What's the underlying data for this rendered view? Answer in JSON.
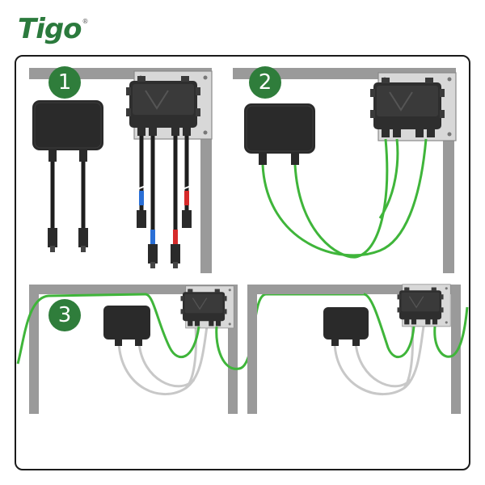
{
  "brand": {
    "logo_text": "Tigo",
    "trademark": "®"
  },
  "steps": [
    {
      "number": "1"
    },
    {
      "number": "2"
    },
    {
      "number": "3"
    }
  ],
  "colors": {
    "brand_green": "#2b7a3d",
    "step_badge": "#2f7d3b",
    "green_cable": "#3fb53a",
    "gray_cable": "#c8c8c8",
    "rail": "#9a9a9a",
    "box": "#2a2a2a",
    "blue_marker": "#2a6fd6",
    "red_marker": "#d62a2a"
  },
  "icons": {
    "panel_rail": "rail-frame",
    "junction_box": "junction-box-icon",
    "optimizer": "optimizer-icon",
    "mc4_connector": "mc4-connector-icon"
  }
}
